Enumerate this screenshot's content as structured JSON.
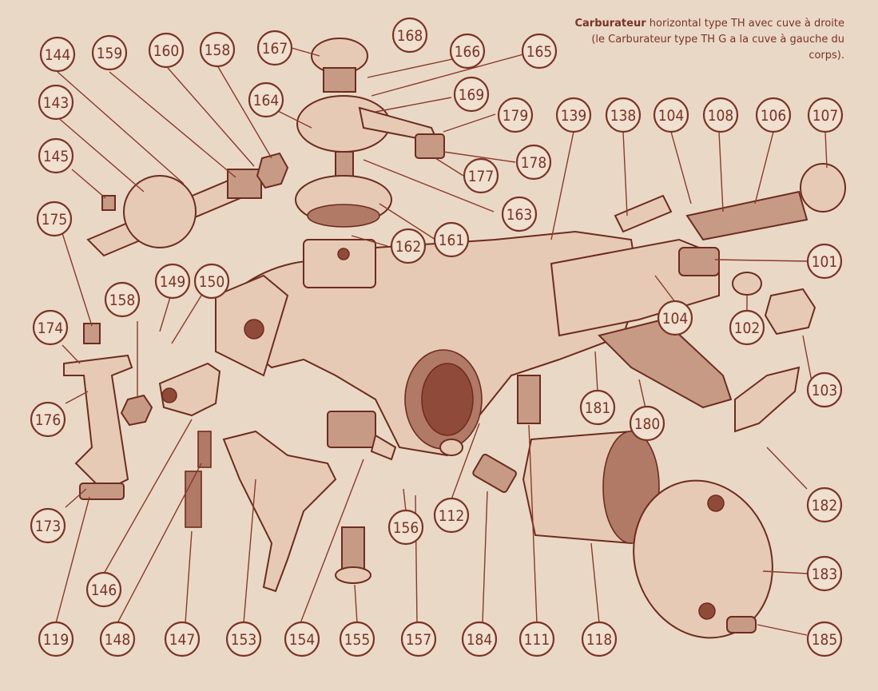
{
  "caption": {
    "title": "Carburateur",
    "text": "horizontal type TH avec cuve à droite (le Carburateur type TH G a la cuve à gauche du corps)."
  },
  "callouts": [
    "144",
    "159",
    "160",
    "158",
    "167",
    "168",
    "166",
    "165",
    "143",
    "164",
    "169",
    "179",
    "139",
    "138",
    "104",
    "108",
    "106",
    "107",
    "145",
    "178",
    "177",
    "163",
    "175",
    "161",
    "162",
    "101",
    "174",
    "158",
    "149",
    "150",
    "104",
    "102",
    "103",
    "176",
    "181",
    "180",
    "182",
    "173",
    "112",
    "156",
    "146",
    "183",
    "119",
    "148",
    "147",
    "153",
    "154",
    "155",
    "157",
    "184",
    "111",
    "118",
    "185"
  ],
  "colors": {
    "ink": "#7a3324",
    "paper": "#ead8c6"
  }
}
